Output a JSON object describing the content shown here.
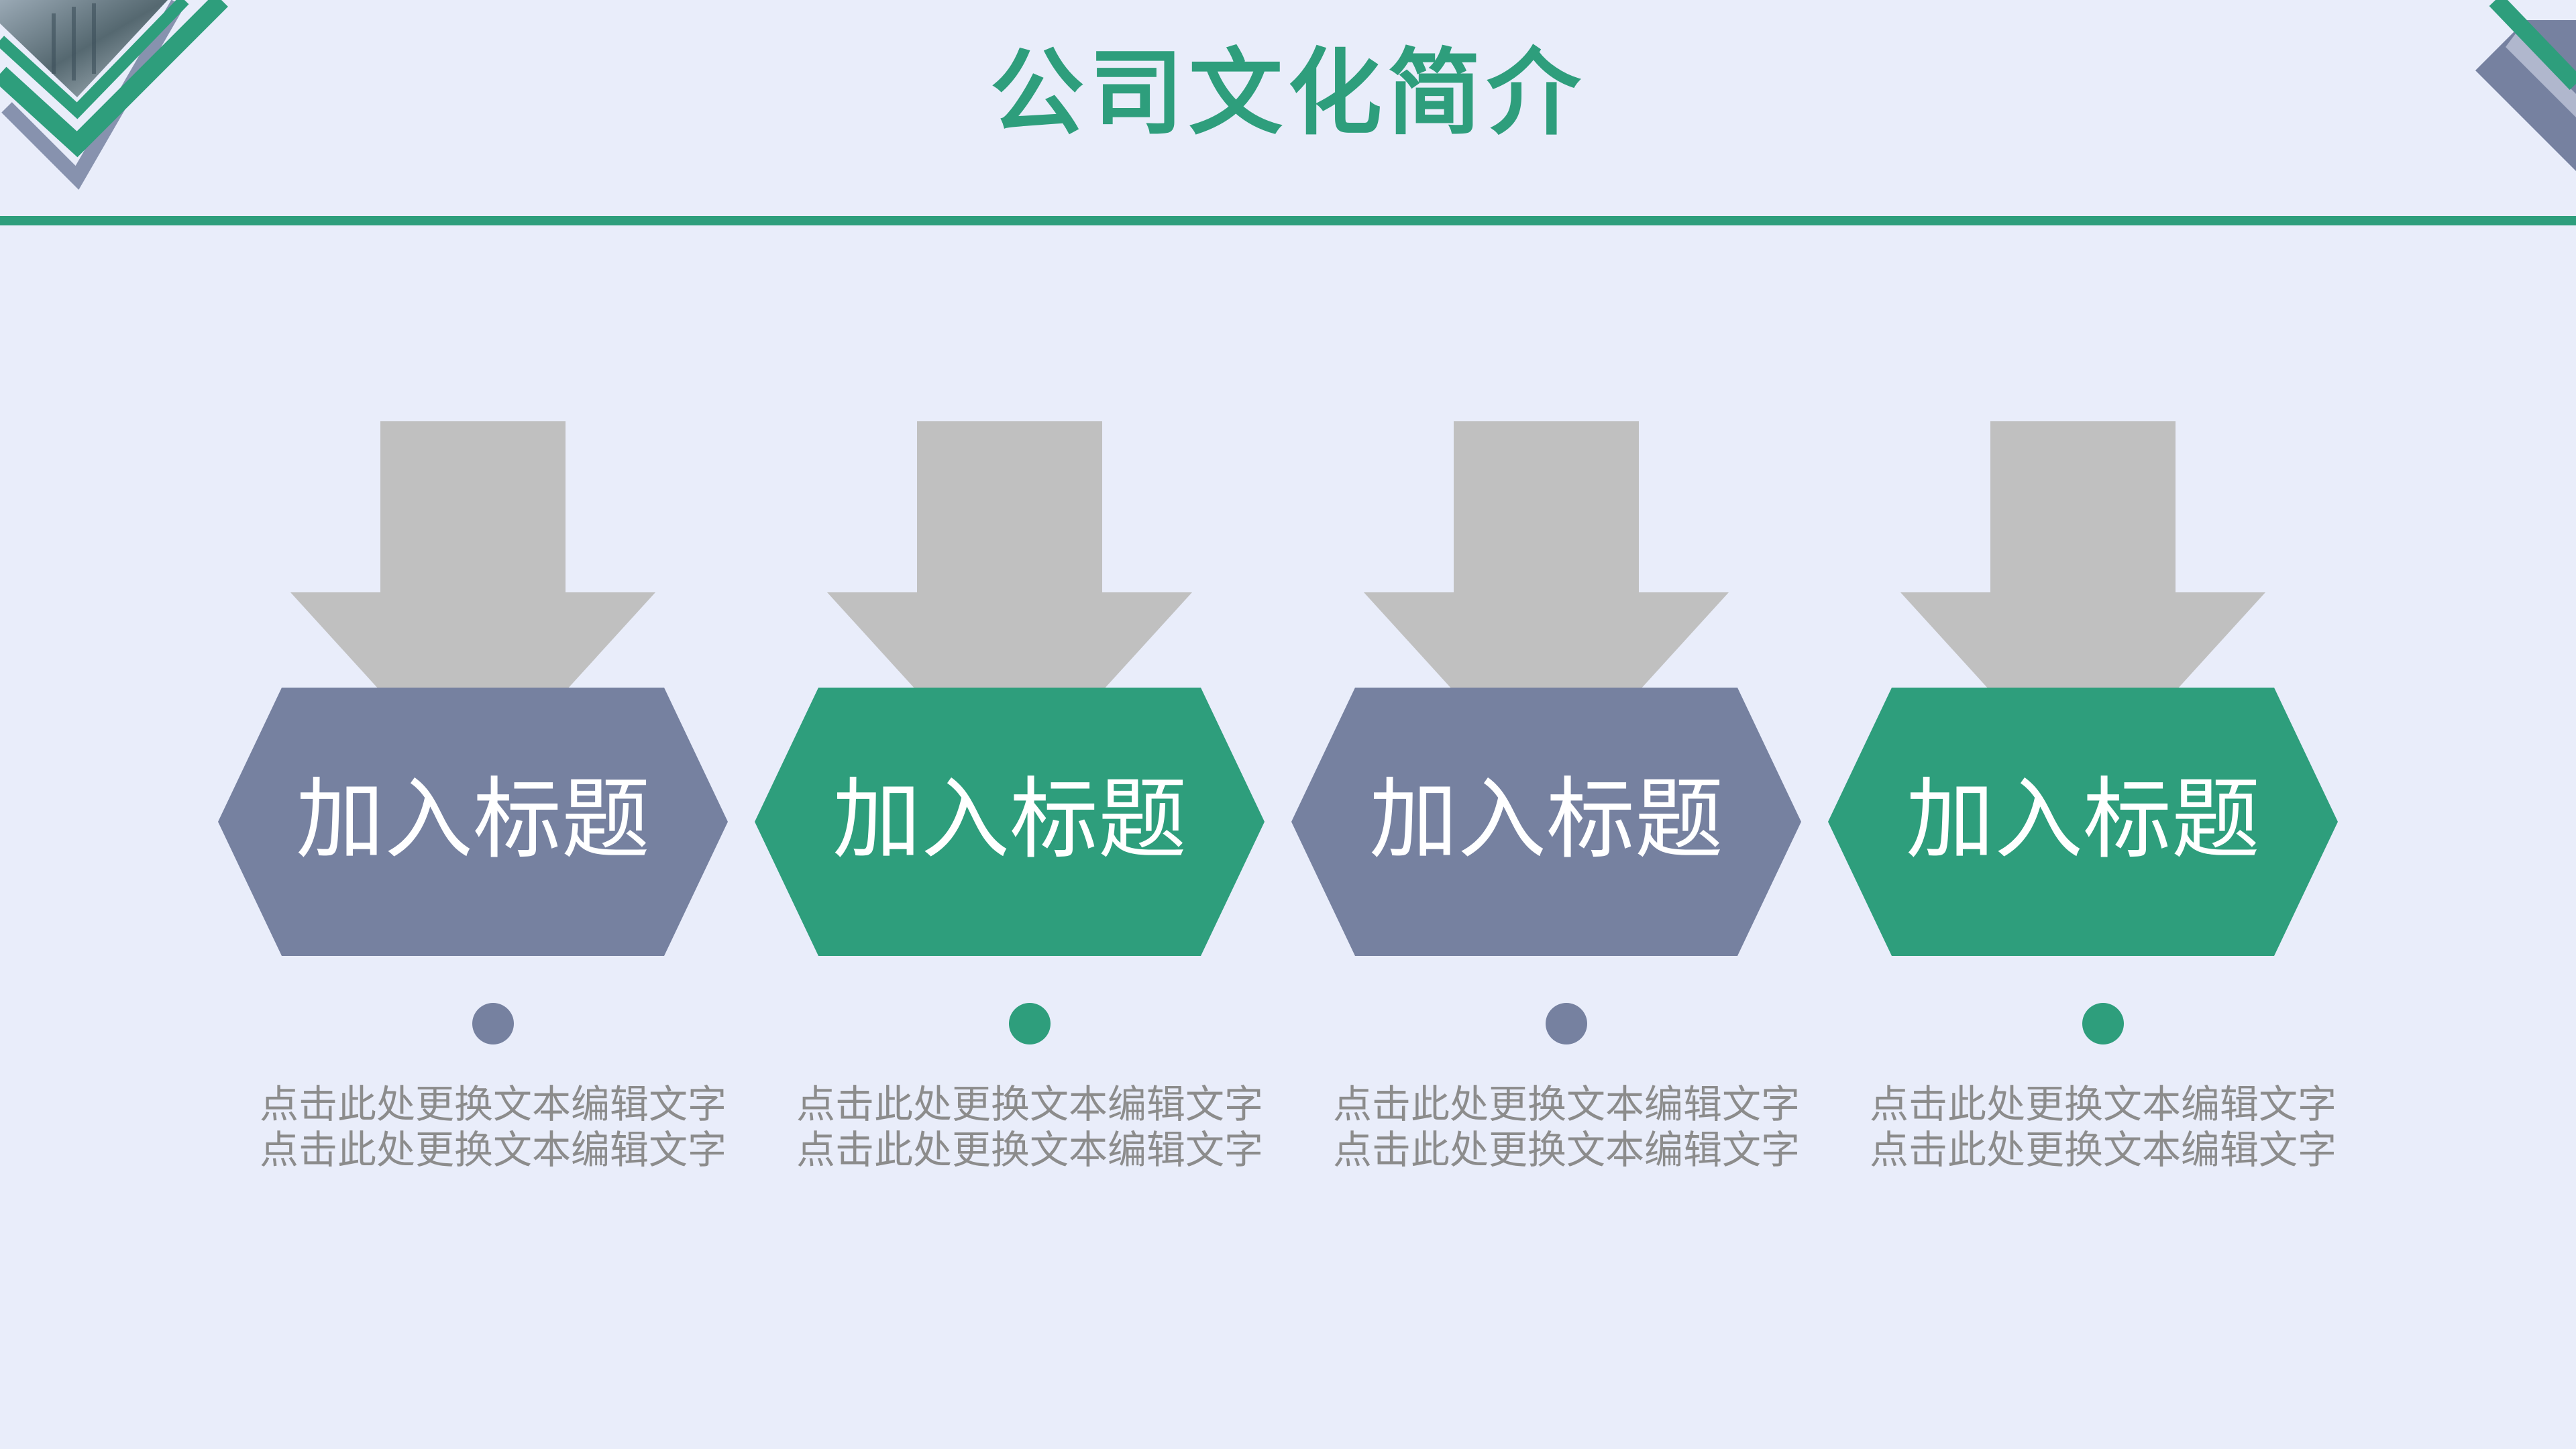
{
  "title": "公司文化简介",
  "colors": {
    "background": "#e9edfa",
    "green": "#2e9e7c",
    "slate": "#7681a0",
    "arrow_gray": "#c0c0c0",
    "desc_text": "#8c8c8c"
  },
  "items": [
    {
      "label": "加入标题",
      "color": "#7681a0",
      "desc_line1": "点击此处更换文本编辑文字",
      "desc_line2": "点击此处更换文本编辑文字"
    },
    {
      "label": "加入标题",
      "color": "#2e9e7c",
      "desc_line1": "点击此处更换文本编辑文字",
      "desc_line2": "点击此处更换文本编辑文字"
    },
    {
      "label": "加入标题",
      "color": "#7681a0",
      "desc_line1": "点击此处更换文本编辑文字",
      "desc_line2": "点击此处更换文本编辑文字"
    },
    {
      "label": "加入标题",
      "color": "#2e9e7c",
      "desc_line1": "点击此处更换文本编辑文字",
      "desc_line2": "点击此处更换文本编辑文字"
    }
  ]
}
